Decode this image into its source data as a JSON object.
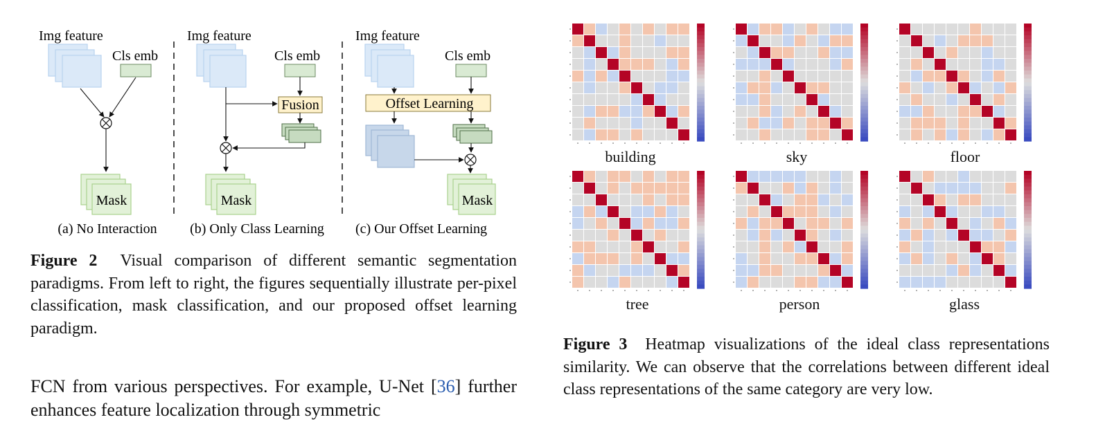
{
  "figure2": {
    "panel_a": {
      "img_feature": "Img feature",
      "cls_emb": "Cls emb",
      "mask": "Mask",
      "caption": "(a) No Interaction"
    },
    "panel_b": {
      "img_feature": "Img feature",
      "cls_emb": "Cls emb",
      "fusion": "Fusion",
      "mask": "Mask",
      "caption": "(b) Only Class Learning"
    },
    "panel_c": {
      "img_feature": "Img feature",
      "cls_emb": "Cls emb",
      "offset": "Offset Learning",
      "mask": "Mask",
      "caption": "(c) Our Offset Learning"
    },
    "caption_label": "Figure 2",
    "caption_text": "Visual comparison of different semantic segmentation paradigms. From left to right, the figures sequentially illustrate per-pixel classification, mask classification, and our proposed offset learning paradigm."
  },
  "body": {
    "text_before": "FCN from various perspectives. For example, U-Net [",
    "cite": "36",
    "text_after": "] further enhances feature localization through symmetric"
  },
  "figure3": {
    "labels": [
      "building",
      "sky",
      "floor",
      "tree",
      "person",
      "glass"
    ],
    "caption_label": "Figure 3",
    "caption_text": "Heatmap visualizations of the ideal class representations similarity. We can observe that the correlations between different ideal class representations of the same category are very low."
  },
  "colors": {
    "diag": "#b40426",
    "neutral": "#dcdcdc",
    "pos": "#f4c5ad",
    "neg": "#c5d5f0",
    "cite": "#2a5db0"
  },
  "chart_data": [
    {
      "type": "heatmap",
      "title": "building",
      "size": 10,
      "diagonal": 1.0,
      "vmin": -1.0,
      "vmax": 1.0,
      "offdiag_range": [
        -0.2,
        0.2
      ],
      "colorbar": "right"
    },
    {
      "type": "heatmap",
      "title": "sky",
      "size": 10,
      "diagonal": 1.0,
      "vmin": -1.0,
      "vmax": 1.0,
      "offdiag_range": [
        -0.2,
        0.2
      ],
      "colorbar": "right"
    },
    {
      "type": "heatmap",
      "title": "floor",
      "size": 10,
      "diagonal": 1.0,
      "vmin": -1.0,
      "vmax": 1.0,
      "offdiag_range": [
        -0.2,
        0.2
      ],
      "colorbar": "right"
    },
    {
      "type": "heatmap",
      "title": "tree",
      "size": 10,
      "diagonal": 1.0,
      "vmin": -1.0,
      "vmax": 1.0,
      "offdiag_range": [
        -0.2,
        0.2
      ],
      "colorbar": "right"
    },
    {
      "type": "heatmap",
      "title": "person",
      "size": 10,
      "diagonal": 1.0,
      "vmin": -1.0,
      "vmax": 1.0,
      "offdiag_range": [
        -0.2,
        0.2
      ],
      "colorbar": "right"
    },
    {
      "type": "heatmap",
      "title": "glass",
      "size": 10,
      "diagonal": 1.0,
      "vmin": -1.0,
      "vmax": 1.0,
      "offdiag_range": [
        -0.2,
        0.2
      ],
      "colorbar": "right"
    }
  ]
}
